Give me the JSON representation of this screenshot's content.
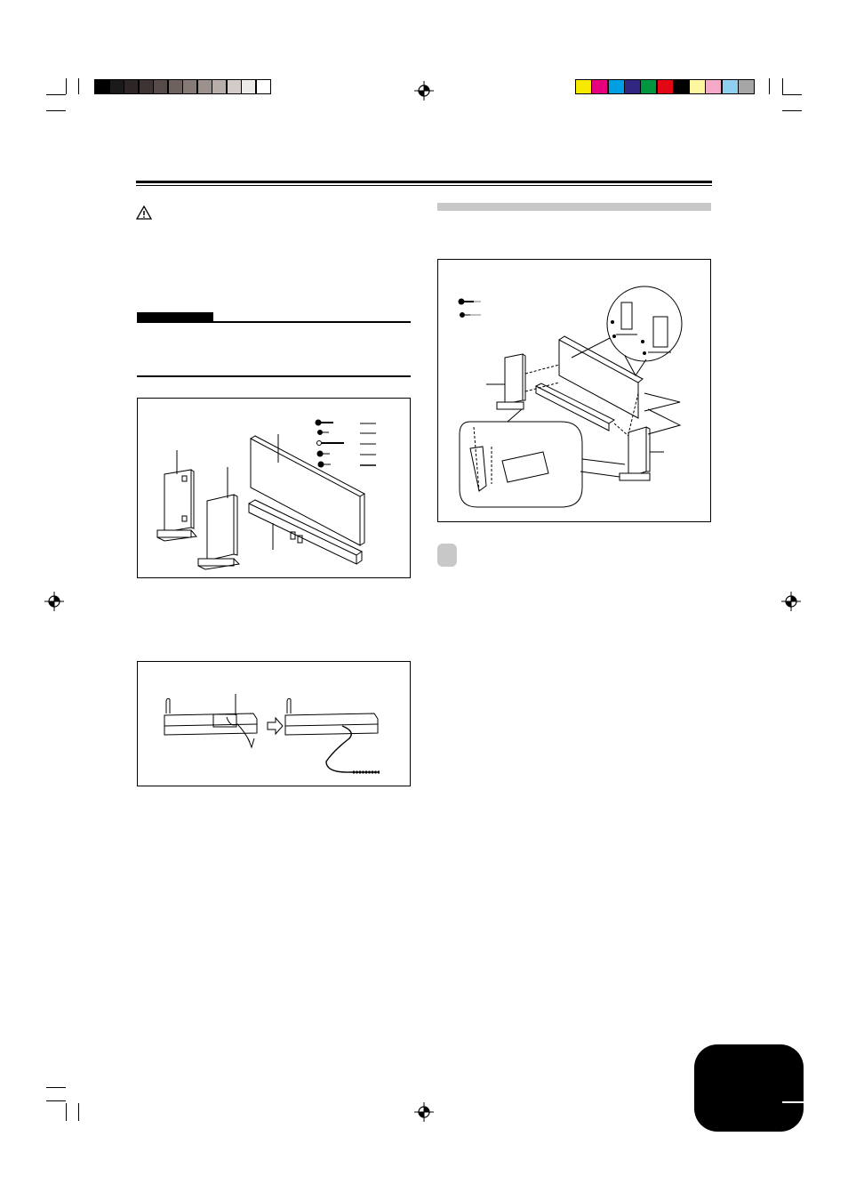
{
  "print_marks": {
    "grayscale_bar": [
      "#000000",
      "#1a1a1a",
      "#2e2626",
      "#3d3433",
      "#564b48",
      "#6d625f",
      "#857a76",
      "#9c918d",
      "#b7aeaa",
      "#d2cbc8",
      "#ecebe9",
      "#ffffff"
    ],
    "color_bar": [
      "#f7ea00",
      "#e6007e",
      "#009fe3",
      "#312783",
      "#00963f",
      "#e30613",
      "#000000",
      "#fff6a0",
      "#f5a9c8",
      "#8fd0f0",
      "#a6a6a6"
    ],
    "registration_icon": "registration-crosshair-icon"
  },
  "left_column": {
    "warning_icon": "warning-triangle-icon",
    "section_bar_color": "#000000"
  },
  "right_column": {
    "section_header_color": "#c8c8c8",
    "step_marker_color": "#c8c8c8"
  },
  "figures": {
    "parts_figure": "stand-parts-illustration",
    "cable_figure": "pedal-cable-illustration",
    "assembly_figure": "stand-assembly-illustration"
  },
  "thumb_tab": {
    "color": "#000000"
  }
}
